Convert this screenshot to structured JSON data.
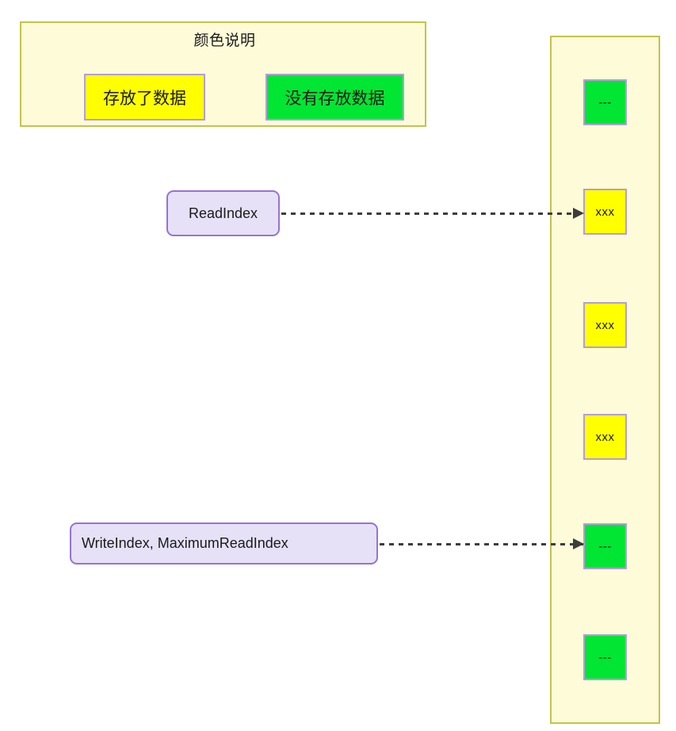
{
  "legend": {
    "title": "颜色说明",
    "items": [
      {
        "label": "存放了数据",
        "color": "#ffff00",
        "meaning": "filled"
      },
      {
        "label": "没有存放数据",
        "color": "#00e633",
        "meaning": "empty"
      }
    ]
  },
  "buffer": {
    "cells": [
      {
        "text": "---",
        "state": "empty",
        "color": "#00e633"
      },
      {
        "text": "xxx",
        "state": "filled",
        "color": "#ffff00"
      },
      {
        "text": "xxx",
        "state": "filled",
        "color": "#ffff00"
      },
      {
        "text": "xxx",
        "state": "filled",
        "color": "#ffff00"
      },
      {
        "text": "---",
        "state": "empty",
        "color": "#00e633"
      },
      {
        "text": "---",
        "state": "empty",
        "color": "#00e633"
      }
    ]
  },
  "pointers": [
    {
      "label": "ReadIndex",
      "target_cell_index": 1
    },
    {
      "label": "WriteIndex, MaximumReadIndex",
      "target_cell_index": 4
    }
  ],
  "colors": {
    "container_fill": "#fdfbd8",
    "container_border": "#c3c34b",
    "cell_border": "#b39ddb",
    "pointer_fill": "#e6e1f7",
    "pointer_border": "#9673d3",
    "connector": "#3d3d3d"
  }
}
